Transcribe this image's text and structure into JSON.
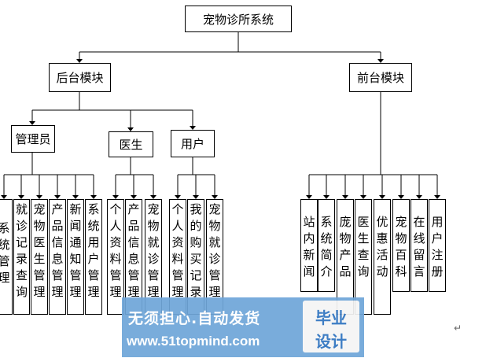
{
  "root": "宠物诊所系统",
  "modules": {
    "backend": "后台模块",
    "frontend": "前台模块"
  },
  "roles": {
    "admin": "管理员",
    "doctor": "医生",
    "user": "用户"
  },
  "admin_items": [
    "系统管理",
    "就诊记录查询",
    "宠物医生管理",
    "产品信息管理",
    "新闻通知管理",
    "系统用户管理"
  ],
  "doctor_items": [
    "个人资料管理",
    "产品信息管理",
    "宠物就诊管理"
  ],
  "user_items": [
    "个人资料管理",
    "我的购买记录",
    "宠物就诊管理"
  ],
  "frontend_items": [
    "站内新闻",
    "系统简介",
    "庞物产品",
    "医生查询",
    "优惠活动",
    "宠物百科",
    "在线留言",
    "用户注册"
  ],
  "watermark": {
    "line1": "无须担心.自动发货",
    "line2": "www.51topmind.com",
    "badge_top": "毕业",
    "badge_bottom": "设计"
  },
  "paragraph_mark": "↵"
}
